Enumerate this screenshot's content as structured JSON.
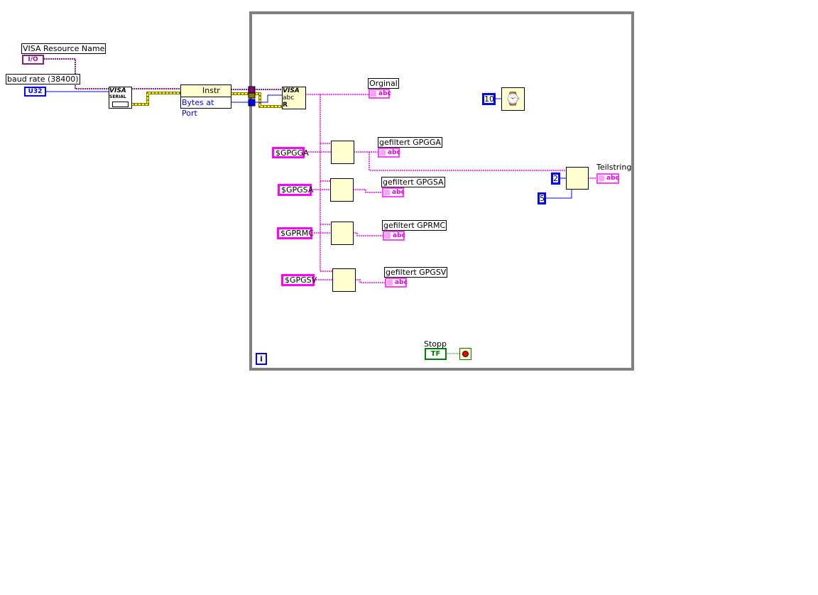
{
  "controls": {
    "visa_resource": {
      "label": "VISA Resource Name",
      "type_tag": "I/O"
    },
    "baud_rate": {
      "label": "baud rate (38400)",
      "type_tag": "U32"
    }
  },
  "nodes": {
    "visa_serial": {
      "title": "VISA",
      "sub": "SERIAL"
    },
    "property_node": {
      "row1": "Instr",
      "row2": "Bytes at Port"
    },
    "visa_read": {
      "title": "VISA",
      "sub": "abc",
      "flag": "R"
    },
    "wait_constant": "10"
  },
  "indicators": {
    "orginal": {
      "label": "Orginal",
      "tag": "abc"
    },
    "gpgga": {
      "label": "gefiltert GPGGA",
      "tag": "abc"
    },
    "gpgsa": {
      "label": "gefiltert GPGSA",
      "tag": "abc"
    },
    "gprmc": {
      "label": "gefiltert GPRMC",
      "tag": "abc"
    },
    "gpgsv": {
      "label": "gefiltert GPGSV",
      "tag": "abc"
    },
    "teilstring": {
      "label": "Teilstring",
      "tag": "abc"
    }
  },
  "constants": {
    "gpgga": "$GPGGA",
    "gpgsa": "$GPGSA",
    "gprmc": "$GPRMC",
    "gpgsv": "$GPGSV",
    "offset": "2",
    "length": "5"
  },
  "loop": {
    "iteration": "i",
    "stop_label": "Stopp",
    "stop_tag": "TF"
  }
}
